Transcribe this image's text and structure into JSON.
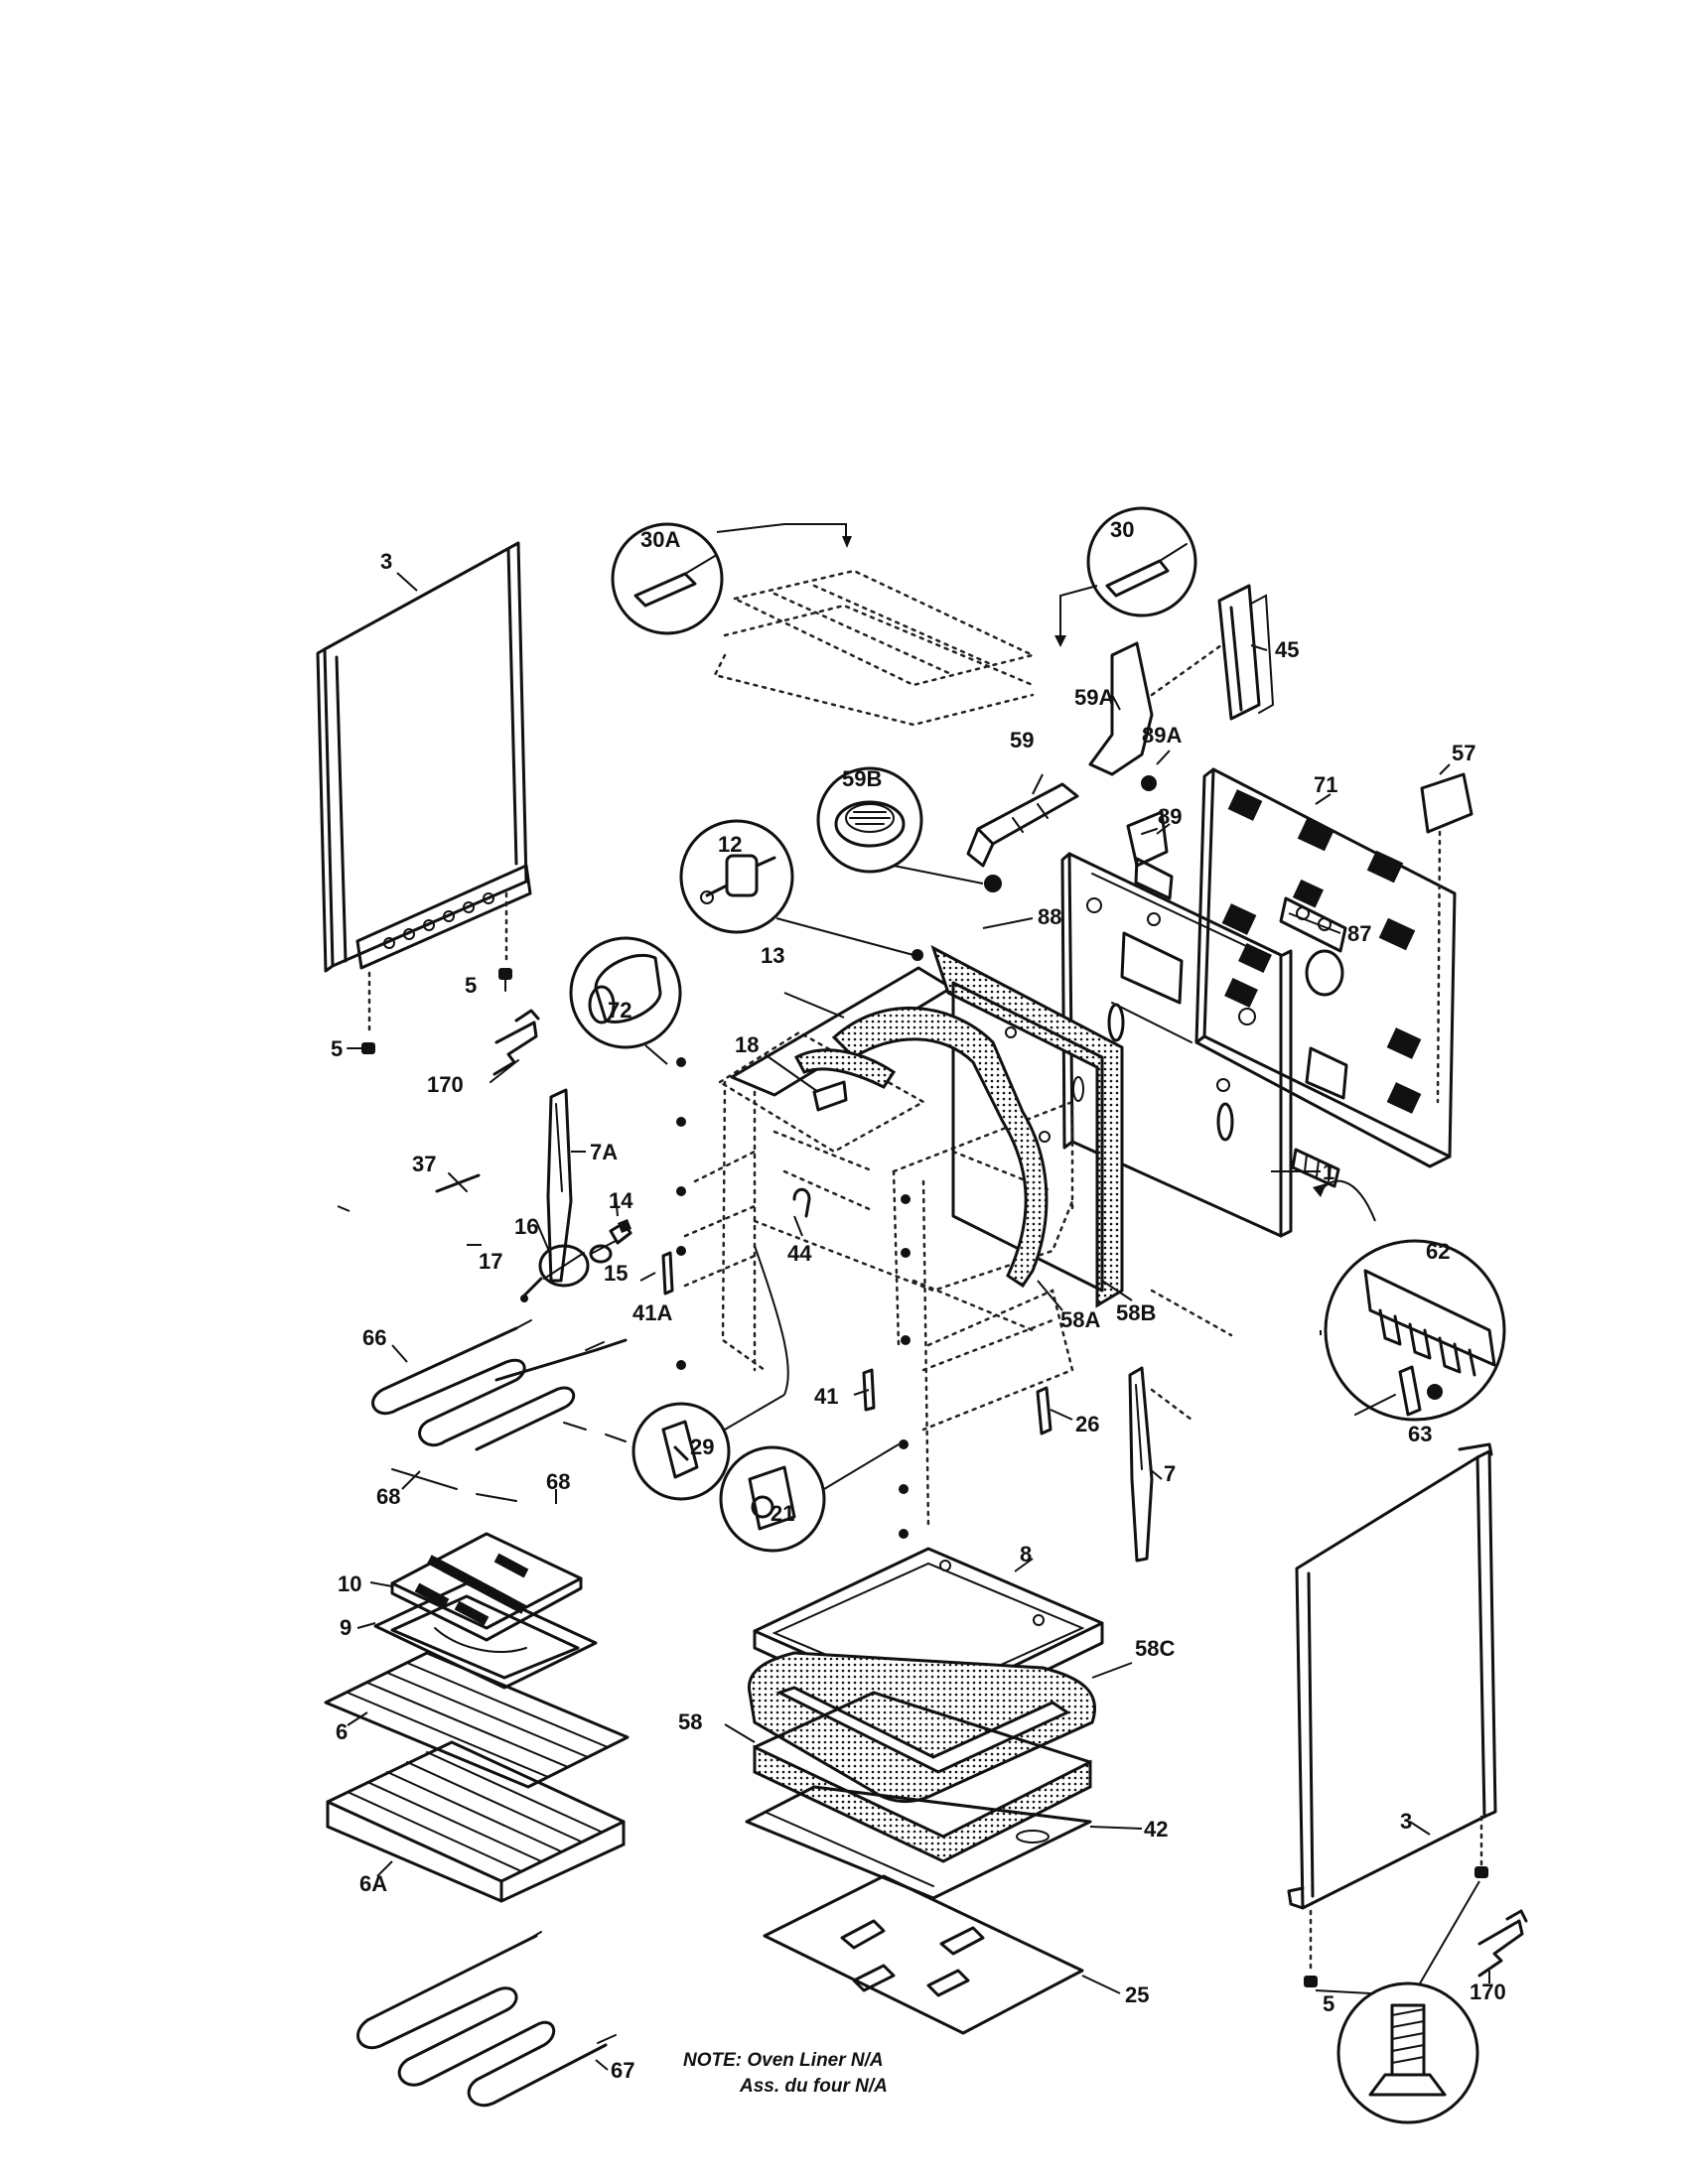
{
  "labels": {
    "p3_top": "3",
    "p5_a": "5",
    "p5_b": "5",
    "p170_left": "170",
    "p30A": "30A",
    "p30": "30",
    "p45": "45",
    "p59A": "59A",
    "p89A": "89A",
    "p59": "59",
    "p59B": "59B",
    "p57": "57",
    "p71": "71",
    "p89": "89",
    "p12": "12",
    "p87": "87",
    "p88": "88",
    "p13": "13",
    "p72": "72",
    "p18": "18",
    "p7A": "7A",
    "p1": "1",
    "p37": "37",
    "p14": "14",
    "p16": "16",
    "p44": "44",
    "p17": "17",
    "p15": "15",
    "p41A": "41A",
    "p58A": "58A",
    "p58B": "58B",
    "p62": "62",
    "p66": "66",
    "p63": "63",
    "p41": "41",
    "p26": "26",
    "p29": "29",
    "p68_a": "68",
    "p68_b": "68",
    "p7": "7",
    "p21": "21",
    "p8": "8",
    "p10": "10",
    "p9": "9",
    "p58C": "58C",
    "p6": "6",
    "p58": "58",
    "p42": "42",
    "p3_bottom": "3",
    "p6A": "6A",
    "p170_right": "170",
    "p25": "25",
    "p5_c": "5",
    "p67": "67"
  },
  "note": {
    "line1": "NOTE: Oven Liner N/A",
    "line2": "Ass. du four N/A"
  }
}
